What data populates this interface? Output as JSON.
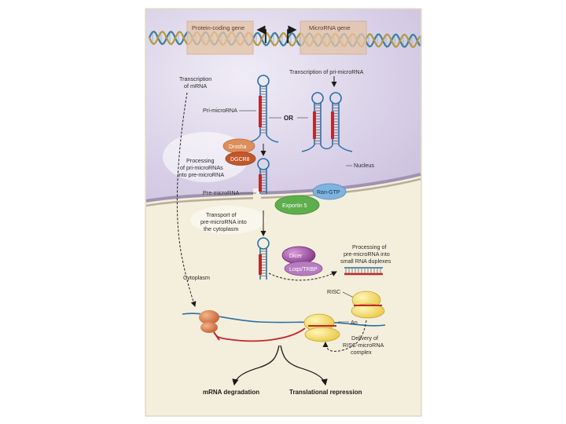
{
  "genes": {
    "protein_coding": "Protein-coding gene",
    "microrna": "MicroRNA gene"
  },
  "labels": {
    "transcription_mrna": [
      "Transcription",
      "of mRNA"
    ],
    "transcription_pri": "Transcription of pri-microRNA",
    "pri_microrna": "Pri-microRNA",
    "or": "OR",
    "processing_pri": [
      "Processing",
      "of pri-microRNAs",
      "into pre-microRNA"
    ],
    "nucleus": "Nucleus",
    "pre_microrna": "Pre-microRNA",
    "transport": [
      "Transport of",
      "pre-microRNA into",
      "the cytoplasm"
    ],
    "processing_pre": [
      "Processing of",
      "pre-microRNA into",
      "small RNA duplexes"
    ],
    "cytoplasm": "Cytoplasm",
    "risc": "RISC",
    "an": "An",
    "delivery": [
      "Delivery of",
      "RISC-microRNA",
      "complex"
    ],
    "mrna_degradation": "mRNA degradation",
    "translational_repression": "Translational repression"
  },
  "proteins": {
    "drosha": "Drosha",
    "dgcr8": "DGCR8",
    "ran_gtp": "Ran-GTP",
    "exportin5": "Exportin 5",
    "dicer": "Dicer",
    "loqs": "Loqs/TRBP"
  },
  "colors": {
    "nucleus": "#d8d0e6",
    "cytoplasm": "#f1ecd7",
    "drosha": "#d98a55",
    "dgcr8": "#c45a28",
    "exportin": "#5fae4e",
    "ran": "#7fb4e0",
    "dicer": "#8a3c8c",
    "loqs": "#b77cc0",
    "risc": "#f2d84e",
    "ribosome": "#e07650",
    "mirna": "#c0272d"
  }
}
